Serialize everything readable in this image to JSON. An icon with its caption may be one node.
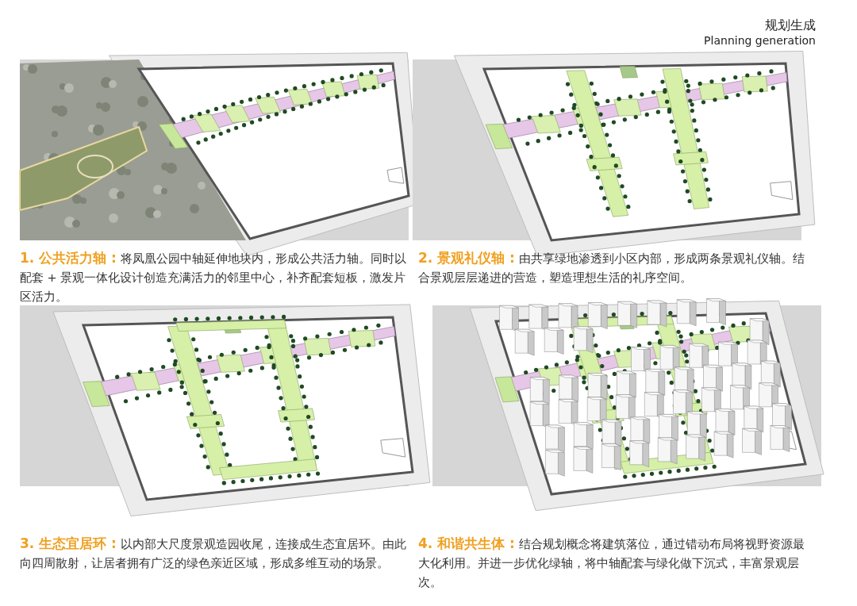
{
  "diagram": {
    "title": "规划生成",
    "labels": [
      "Planning generation",
      "**1. 公共活力轴 :** 将凤凰公园中轴延伸地块内，形成公共活力轴。同时以配套 + 景观一体化设计创造充满活力的邻里中心，补齐配套短板，激发片区活力。",
      "**2. 景观礼仪轴 :** 由共享绿地渗透到小区内部，形成两条景观礼仪轴。结合景观层层递进的营造，塑造理想生活的礼序空间。",
      "**3. 生态宜居环 :** 以内部大尺度景观造园收尾，连接成生态宜居环。由此向四周散射，让居者拥有广泛的绿色亲近区域，形成多维互动的场景。",
      "**4. 和谐共生体 :** 结合规划概念将建筑落位，通过错动布局将视野资源最大化利用。并进一步优化绿轴，将中轴配套与绿化做下沉式，丰富景观层次。"
    ]
  }
}
